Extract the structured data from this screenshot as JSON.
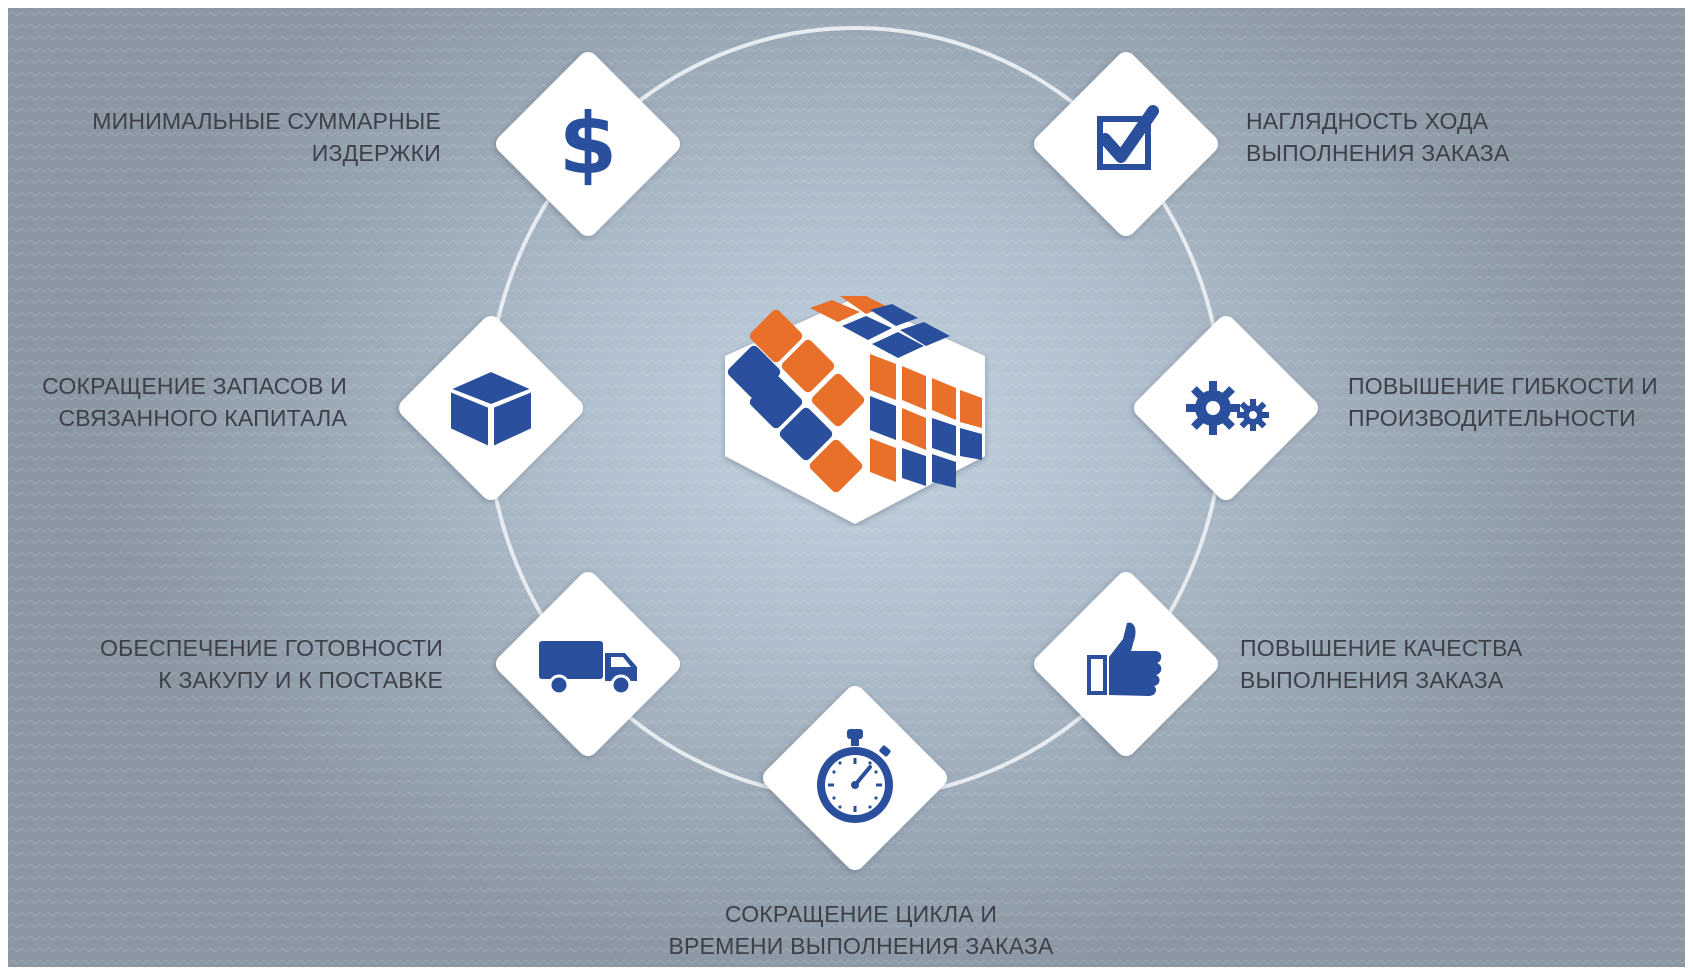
{
  "colors": {
    "accent_blue": "#2a4f9c",
    "accent_orange": "#e8702a",
    "ring": "#e8edf2",
    "text": "#3d4048"
  },
  "center": {
    "icon": "cube-icon"
  },
  "items": [
    {
      "icon": "dollar-icon",
      "lines": [
        "МИНИМАЛЬНЫЕ СУММАРНЫЕ",
        "ИЗДЕРЖКИ"
      ]
    },
    {
      "icon": "checkbox-icon",
      "lines": [
        "НАГЛЯДНОСТЬ ХОДА",
        "ВЫПОЛНЕНИЯ ЗАКАЗА"
      ]
    },
    {
      "icon": "box-icon",
      "lines": [
        "СОКРАЩЕНИЕ ЗАПАСОВ И",
        "СВЯЗАННОГО КАПИТАЛА"
      ]
    },
    {
      "icon": "gears-icon",
      "lines": [
        "ПОВЫШЕНИЕ ГИБКОСТИ И",
        "ПРОИЗВОДИТЕЛЬНОСТИ"
      ]
    },
    {
      "icon": "truck-icon",
      "lines": [
        "ОБЕСПЕЧЕНИЕ ГОТОВНОСТИ",
        "К ЗАКУПУ И К ПОСТАВКЕ"
      ]
    },
    {
      "icon": "thumbs-up-icon",
      "lines": [
        "ПОВЫШЕНИЕ КАЧЕСТВА",
        "ВЫПОЛНЕНИЯ ЗАКАЗА"
      ]
    },
    {
      "icon": "stopwatch-icon",
      "lines": [
        "СОКРАЩЕНИЕ ЦИКЛА И",
        "ВРЕМЕНИ ВЫПОЛНЕНИЯ ЗАКАЗА"
      ]
    }
  ]
}
